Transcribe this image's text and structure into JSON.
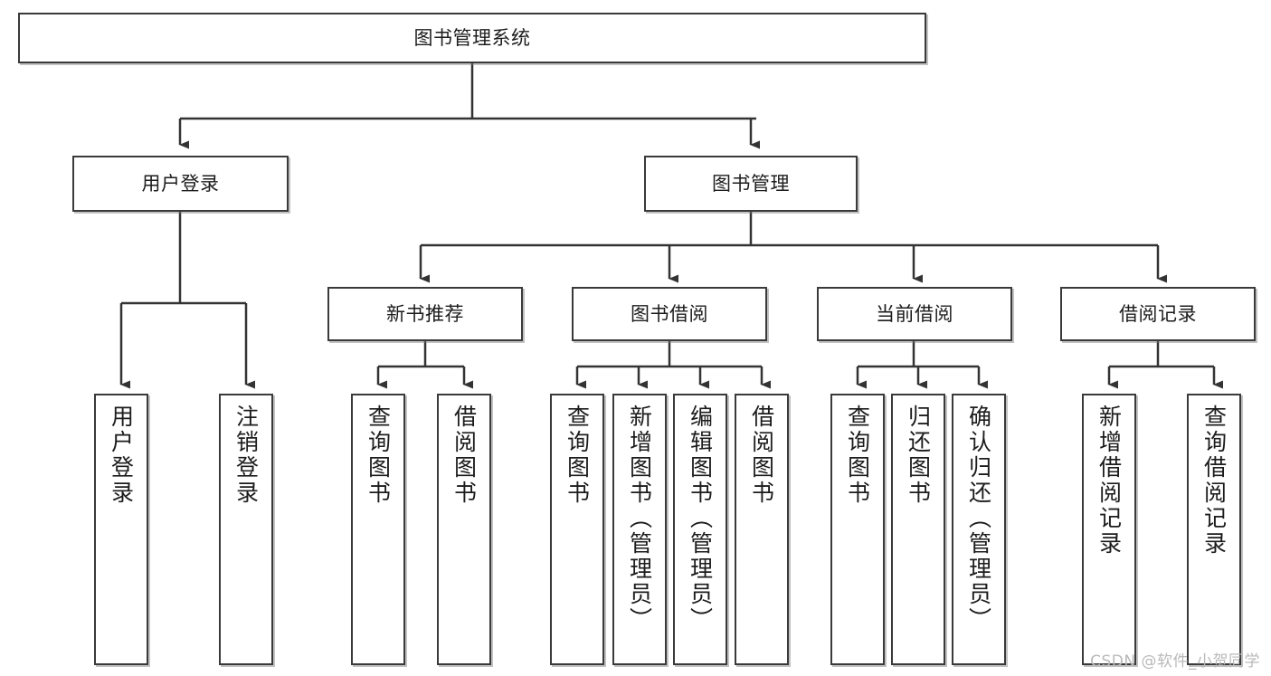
{
  "diagram": {
    "type": "tree-hierarchy",
    "title": "图书管理系统",
    "root": {
      "id": "root",
      "label": "图书管理系统"
    },
    "level2": [
      {
        "id": "user-login",
        "label": "用户登录"
      },
      {
        "id": "book-manage",
        "label": "图书管理"
      }
    ],
    "level3": [
      {
        "id": "new-book-rec",
        "label": "新书推荐",
        "parent": "book-manage"
      },
      {
        "id": "book-borrow",
        "label": "图书借阅",
        "parent": "book-manage"
      },
      {
        "id": "current-borrow",
        "label": "当前借阅",
        "parent": "book-manage"
      },
      {
        "id": "borrow-record",
        "label": "借阅记录",
        "parent": "book-manage"
      }
    ],
    "leaves": [
      {
        "id": "leaf-user-login",
        "label": "用户登录",
        "parent": "user-login"
      },
      {
        "id": "leaf-logout",
        "label": "注销登录",
        "parent": "user-login"
      },
      {
        "id": "leaf-query-book-1",
        "label": "查询图书",
        "parent": "new-book-rec"
      },
      {
        "id": "leaf-borrow-book-1",
        "label": "借阅图书",
        "parent": "new-book-rec"
      },
      {
        "id": "leaf-query-book-2",
        "label": "查询图书",
        "parent": "book-borrow"
      },
      {
        "id": "leaf-add-book",
        "label": "新增图书（管理员）",
        "parent": "book-borrow"
      },
      {
        "id": "leaf-edit-book",
        "label": "编辑图书（管理员）",
        "parent": "book-borrow"
      },
      {
        "id": "leaf-borrow-book-2",
        "label": "借阅图书",
        "parent": "book-borrow"
      },
      {
        "id": "leaf-query-book-3",
        "label": "查询图书",
        "parent": "current-borrow"
      },
      {
        "id": "leaf-return-book",
        "label": "归还图书",
        "parent": "current-borrow"
      },
      {
        "id": "leaf-confirm-return",
        "label": "确认归还（管理员）",
        "parent": "current-borrow"
      },
      {
        "id": "leaf-add-record",
        "label": "新增借阅记录",
        "parent": "borrow-record"
      },
      {
        "id": "leaf-query-record",
        "label": "查询借阅记录",
        "parent": "borrow-record"
      }
    ],
    "colors": {
      "node_border": "#3a3a3a",
      "node_fill": "#ffffff",
      "edge": "#333333",
      "text": "#1c1c1c",
      "watermark": "#b9b9b9",
      "background": "#ffffff"
    }
  },
  "watermark": {
    "text": "CSDN @软件_小贺同学"
  }
}
